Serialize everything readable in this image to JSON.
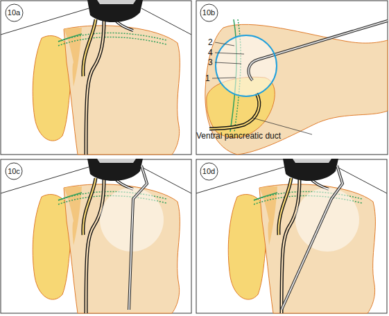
{
  "diagram": {
    "nodes": [
      {
        "text": [
          "10a"
        ]
      },
      {
        "text": [
          "10b"
        ]
      },
      {
        "text": [
          "10c"
        ]
      },
      {
        "text": [
          "10d"
        ]
      }
    ],
    "labels": [
      "2",
      "4",
      "3",
      "1",
      "Ventral pancreatic duct"
    ]
  }
}
